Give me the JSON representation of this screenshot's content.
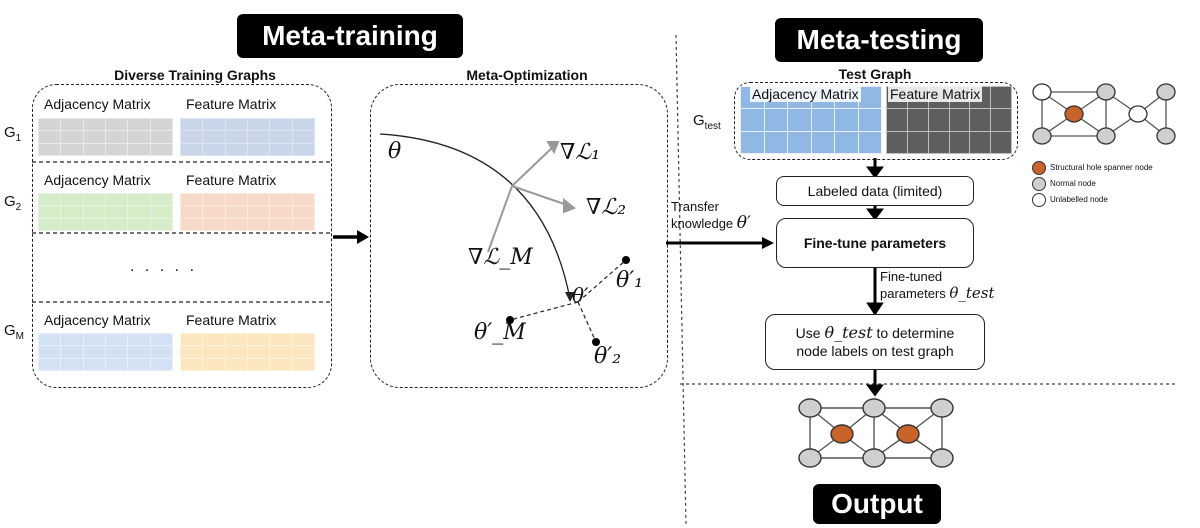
{
  "headers": {
    "meta_training": "Meta-training",
    "meta_testing": "Meta-testing",
    "output": "Output"
  },
  "training": {
    "title": "Diverse Training Graphs",
    "graphs": [
      {
        "label": "G",
        "sub": "1",
        "adj": "Adjacency Matrix",
        "feat": "Feature Matrix",
        "adj_color": "#d4d4d4",
        "feat_color": "#c9d5e8"
      },
      {
        "label": "G",
        "sub": "2",
        "adj": "Adjacency Matrix",
        "feat": "Feature Matrix",
        "adj_color": "#d5ecc9",
        "feat_color": "#f6d9c8"
      },
      {
        "label": "G",
        "sub": "M",
        "adj": "Adjacency Matrix",
        "feat": "Feature Matrix",
        "adj_color": "#d3e2f2",
        "feat_color": "#fbe6bf"
      }
    ],
    "ellipsis": ". . . . ."
  },
  "optimization": {
    "title": "Meta-Optimization",
    "theta": "θ",
    "grad1": "∇ℒ₁",
    "grad2": "∇ℒ₂",
    "gradM": "∇ℒ_M",
    "theta_prime": "θ′",
    "theta_prime_1": "θ′₁",
    "theta_prime_2": "θ′₂",
    "theta_prime_M": "θ′_M"
  },
  "transfer": {
    "line1": "Transfer",
    "line2": "knowledge",
    "symbol": "θ′"
  },
  "testing": {
    "test_graph_title": "Test Graph",
    "gtest_label": "G",
    "gtest_sub": "test",
    "adj": "Adjacency Matrix",
    "feat": "Feature Matrix",
    "adj_color": "#8fb8e4",
    "feat_color": "#5f5f5f",
    "labeled_data": "Labeled data (limited)",
    "fine_tune": "Fine-tune parameters",
    "fine_tuned_line1": "Fine-tuned",
    "fine_tuned_line2": "parameters",
    "theta_test": "θ_test",
    "use_line1_a": "Use",
    "use_line1_b": "to determine",
    "use_line2": "node labels on test graph"
  },
  "legend": {
    "items": [
      {
        "label": "Structural hole spanner node",
        "color": "#c8642a"
      },
      {
        "label": "Normal node",
        "color": "#cfcfcf"
      },
      {
        "label": "Unlabelled node",
        "color": "#ffffff"
      }
    ]
  }
}
